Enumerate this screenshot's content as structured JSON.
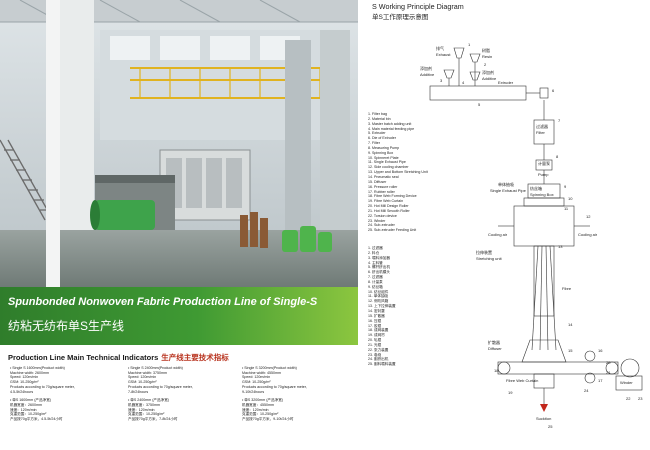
{
  "banner": {
    "title_en": "Spunbonded Nonwoven Fabric Production Line of Single-S",
    "title_cn": "纺粘无纺布单S生产线"
  },
  "specs": {
    "title_en": "Production Line Main Technical Indicators",
    "title_cn": "生产线主要技术指标",
    "columns": [
      {
        "en": [
          "• Single S 1600mm(Product width)",
          "Machine width: 2600mm",
          "Speed: 120m/min",
          "GSM: 10-250g/m²",
          "Products according to 70g/square meter,",
          "4.5-5t/24hours"
        ],
        "cn": [
          "• 单S 1600mm (产品净宽)",
          "机器宽度：2600mm",
          "速度：120m/min",
          "克重范围：10-250g/m²",
          "产品按70g平方米，4.5-5t/24小时"
        ]
      },
      {
        "en": [
          "• Single S 2400mm(Product width)",
          "Machine width: 3750mm",
          "Speed: 120m/min",
          "GSM: 10-250g/m²",
          "Products according to 70g/square meter,",
          "7-8t/24hours"
        ],
        "cn": [
          "• 单S 2400mm (产品净宽)",
          "机器宽度：3750mm",
          "速度：120m/min",
          "克重范围：10-250g/m²",
          "产品按70g平方米，7-8t/24小时"
        ]
      },
      {
        "en": [
          "• Single S 3200mm(Product width)",
          "Machine width: 4550mm",
          "Speed: 120m/min",
          "GSM: 10-250g/m²",
          "Products according to 70g/square meter,",
          "9-10t/24hours"
        ],
        "cn": [
          "• 单S 3200mm (产品净宽)",
          "机器宽度：4550mm",
          "速度：120m/min",
          "克重范围：10-250g/m²",
          "产品按70g平方米，9-10t/24小时"
        ]
      }
    ]
  },
  "diagram": {
    "title_en": "S Working Principle Diagram",
    "title_cn": "单S工作原理示意图",
    "legend_en": [
      "1. Filter bag",
      "2. Material bin",
      "3. Master batch adding unit",
      "4. Main material feeding pipe",
      "5. Extruder",
      "6. Die of Extruder",
      "7. Filter",
      "8. Measuring Pump",
      "9. Spinning Box",
      "10. Spinneret Plate",
      "11. Single Exhaust Pipe",
      "12. Side cooling chamber",
      "13. Upper and Bottom Stretching Unit",
      "14. Pneumatic seal",
      "15. Diffuser",
      "16. Pressure roller",
      "17. Rubber roller",
      "18. Fibre Web Forming Device",
      "19. Fibre Web Curtain",
      "20. Hot Mill Design Roller",
      "21. Hot Mill Smooth Roller",
      "22. Torsion device",
      "23. Winder",
      "24. Sub-extruder",
      "25. Sub-extruder Feeding Unit"
    ],
    "legend_cn": [
      "1. 过滤器",
      "2. 料仓",
      "3. 喂料添加器",
      "4. 主料管",
      "5. 螺杆挤出机",
      "6. 挤出机模头",
      "7. 过滤器",
      "8. 计量泵",
      "9. 纺丝箱",
      "10. 纺丝组件",
      "11. 单体抽吸",
      "12. 侧吹风箱",
      "13. 上下拉伸装置",
      "14. 密封罩",
      "15. 扩散器",
      "16. 压辊",
      "17. 胶辊",
      "18. 成网装置",
      "19. 成网帘",
      "20. 轧辊",
      "21. 光辊",
      "22. 张力装置",
      "23. 卷绕",
      "24. 副挤出机",
      "25. 副料喂料装置"
    ],
    "labels": {
      "exhaust": "Exhaust",
      "resin": "Resin",
      "additive1": "Additive",
      "additive2": "Additive",
      "extruder": "Extruder",
      "filter": "Filter",
      "pump": "Pump",
      "single_exhaust": "Single Exhaust Pipe",
      "spinning_box": "Spinning Box",
      "cooling_air_l": "Cooling air",
      "cooling_air_r": "Cooling air",
      "stretching_unit": "Stretching unit",
      "fibre": "Fibre",
      "diffuser": "Diffuser",
      "fibre_web": "Fibre Web Curtain",
      "sucktion": "Sucktion",
      "winder": "Winder",
      "cn_filter": "过滤器",
      "cn_pump": "计量泵",
      "cn_spinbox": "纺丝箱",
      "cn_exhaust": "单体抽吸",
      "cn_exhaust2": "排气",
      "cn_resin": "树脂",
      "cn_add1": "添加剂",
      "cn_add2": "添加剂",
      "cn_stretch": "拉伸装置",
      "cn_diffuser": "扩散器",
      "n1": "1",
      "n2": "2",
      "n3": "3",
      "n4": "4",
      "n5": "5",
      "n6": "6",
      "n7": "7",
      "n8": "8",
      "n9": "9",
      "n10": "10",
      "n11": "11",
      "n12": "12",
      "n13": "13",
      "n14": "14",
      "n15": "15",
      "n16": "16",
      "n17": "17",
      "n18": "18",
      "n19": "19",
      "n20": "20",
      "n21": "21",
      "n22": "22",
      "n23": "23",
      "n24": "24",
      "n25": "25"
    }
  }
}
